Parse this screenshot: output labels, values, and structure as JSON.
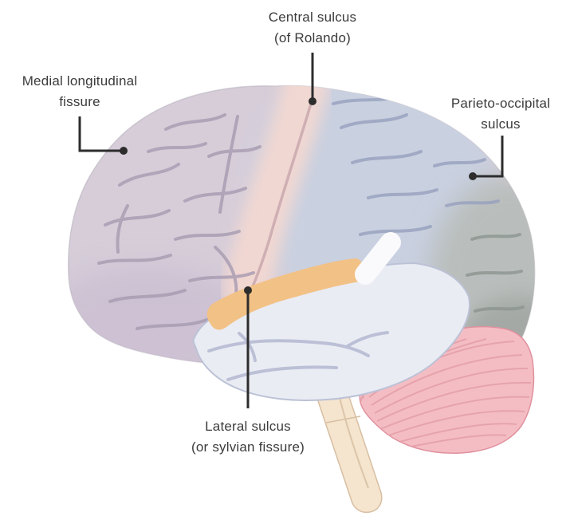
{
  "labels": {
    "central_sulcus": {
      "line1": "Central sulcus",
      "line2": "(of Rolando)"
    },
    "medial_longitudinal_fissure": {
      "line1": "Medial longitudinal",
      "line2": "fissure"
    },
    "parieto_occipital_sulcus": {
      "line1": "Parieto-occipital",
      "line2": "sulcus"
    },
    "lateral_sulcus": {
      "line1": "Lateral sulcus",
      "line2": "(or sylvian fissure)"
    }
  },
  "colors": {
    "background": "#ffffff",
    "label_text": "#3b3b3b",
    "leader_line": "#2d2d2d",
    "frontal_lobe": "#d6cdd9",
    "frontal_shade": "#c9bdd0",
    "frontal_sulci": "#a79bb1",
    "central_strip": "#f3d8d1",
    "central_groove": "#c9a8ae",
    "parietal_lobe": "#c9d0e0",
    "parietal_sulci": "#97a1be",
    "occipital_lobe": "#b9bebc",
    "occipital_shadow": "#a0a6a2",
    "occipital_sulci": "#8d9591",
    "supramarginal_gyri": "#e9ecf4",
    "supramarginal_sulci": "#a7aec6",
    "temporal_lobe": "#eaecf4",
    "temporal_sulci": "#b6bcd3",
    "lateral_sulcus_highlight": "#f2c185",
    "white_band": "#fafafc",
    "cerebellum": "#f4bdc3",
    "cerebellum_stria": "#e5a0aa",
    "brainstem": "#f5e4ce"
  }
}
